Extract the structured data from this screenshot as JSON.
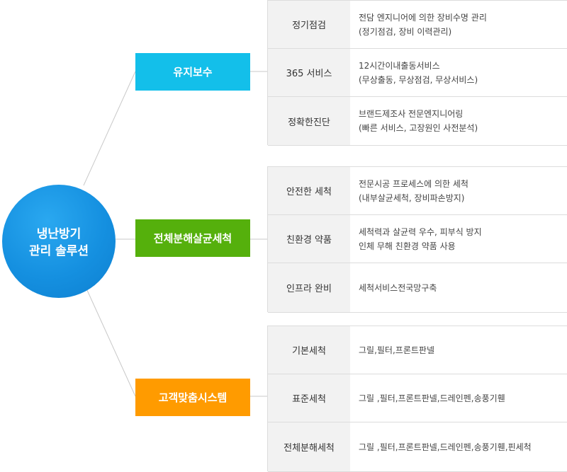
{
  "root": {
    "line1": "냉난방기",
    "line2": "관리 솔루션"
  },
  "colors": {
    "root": "#1590e0",
    "maintenance": "#13bfea",
    "cleaning": "#55b00c",
    "custom": "#ff9b00",
    "label_bg": "#f2f2f2",
    "border": "#dcdcdc"
  },
  "branches": [
    {
      "label": "유지보수",
      "rows": [
        {
          "label": "정기점검",
          "desc": [
            "전담 엔지니어에 의한 장비수명 관리",
            "(정기점검, 장비 이력관리)"
          ]
        },
        {
          "label": "365 서비스",
          "desc": [
            "12시간이내출동서비스",
            "(무상출동, 무상점검, 무상서비스)"
          ]
        },
        {
          "label": "정확한진단",
          "desc": [
            "브랜드제조사 전문엔지니어링",
            "(빠른 서비스, 고장원인 사전분석)"
          ]
        }
      ]
    },
    {
      "label": "전체분해살균세척",
      "rows": [
        {
          "label": "안전한 세척",
          "desc": [
            " 전문시공 프로세스에 의한 세척",
            "(내부살균세척, 장비파손방지)"
          ]
        },
        {
          "label": "친환경 약품",
          "desc": [
            "세척력과 살균력 우수, 피부식 방지",
            "인체 무해 친환경 약품 사용"
          ]
        },
        {
          "label": "인프라 완비",
          "desc": [
            " 세척서비스전국망구축"
          ]
        }
      ]
    },
    {
      "label": "고객맞춤시스템",
      "rows": [
        {
          "label": "기본세척",
          "desc": [
            "그릴,필터,프론트판넬"
          ]
        },
        {
          "label": "표준세척",
          "desc": [
            "그릴 ,필터,프론트판넬,드레인펜,송풍기휀"
          ]
        },
        {
          "label": "전체분해세척",
          "desc": [
            "그릴 ,필터,프론트판넬,드레인펜,송풍기휀,핀세척"
          ]
        }
      ]
    }
  ]
}
